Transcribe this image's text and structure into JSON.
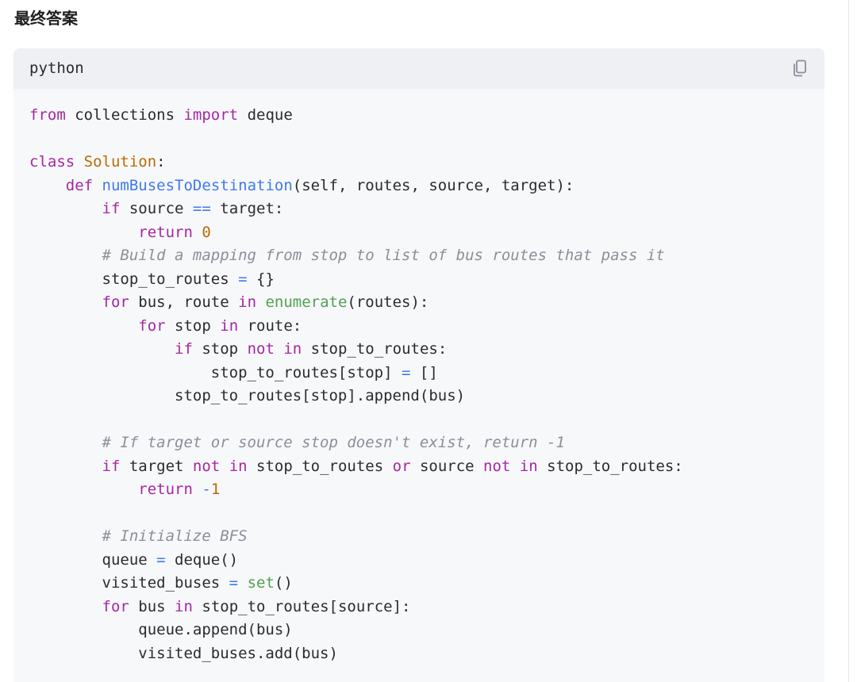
{
  "heading": "最终答案",
  "code_block": {
    "language": "python",
    "copy_icon": "copy-icon",
    "colors": {
      "keyword": "#a626a4",
      "function": "#4078f2",
      "class_name": "#b76b01",
      "number": "#b76b01",
      "builtin": "#50a14f",
      "operator": "#4078f2",
      "comment": "#8a8f98",
      "plain": "#2b2b2b"
    },
    "lines": [
      [
        [
          "kw",
          "from"
        ],
        [
          "plain",
          " collections "
        ],
        [
          "kw",
          "import"
        ],
        [
          "plain",
          " deque"
        ]
      ],
      [],
      [
        [
          "kw",
          "class"
        ],
        [
          "plain",
          " "
        ],
        [
          "cls",
          "Solution"
        ],
        [
          "plain",
          ":"
        ]
      ],
      [
        [
          "plain",
          "    "
        ],
        [
          "kw",
          "def"
        ],
        [
          "plain",
          " "
        ],
        [
          "fn",
          "numBusesToDestination"
        ],
        [
          "plain",
          "(self, routes, source, target):"
        ]
      ],
      [
        [
          "plain",
          "        "
        ],
        [
          "kw",
          "if"
        ],
        [
          "plain",
          " source "
        ],
        [
          "op",
          "=="
        ],
        [
          "plain",
          " target:"
        ]
      ],
      [
        [
          "plain",
          "            "
        ],
        [
          "kw",
          "return"
        ],
        [
          "plain",
          " "
        ],
        [
          "num",
          "0"
        ]
      ],
      [
        [
          "plain",
          "        "
        ],
        [
          "cmt",
          "# Build a mapping from stop to list of bus routes that pass it"
        ]
      ],
      [
        [
          "plain",
          "        stop_to_routes "
        ],
        [
          "op",
          "="
        ],
        [
          "plain",
          " {}"
        ]
      ],
      [
        [
          "plain",
          "        "
        ],
        [
          "kw",
          "for"
        ],
        [
          "plain",
          " bus, route "
        ],
        [
          "kw",
          "in"
        ],
        [
          "plain",
          " "
        ],
        [
          "builtin",
          "enumerate"
        ],
        [
          "plain",
          "(routes):"
        ]
      ],
      [
        [
          "plain",
          "            "
        ],
        [
          "kw",
          "for"
        ],
        [
          "plain",
          " stop "
        ],
        [
          "kw",
          "in"
        ],
        [
          "plain",
          " route:"
        ]
      ],
      [
        [
          "plain",
          "                "
        ],
        [
          "kw",
          "if"
        ],
        [
          "plain",
          " stop "
        ],
        [
          "kw",
          "not"
        ],
        [
          "plain",
          " "
        ],
        [
          "kw",
          "in"
        ],
        [
          "plain",
          " stop_to_routes:"
        ]
      ],
      [
        [
          "plain",
          "                    stop_to_routes[stop] "
        ],
        [
          "op",
          "="
        ],
        [
          "plain",
          " []"
        ]
      ],
      [
        [
          "plain",
          "                stop_to_routes[stop].append(bus)"
        ]
      ],
      [],
      [
        [
          "plain",
          "        "
        ],
        [
          "cmt",
          "# If target or source stop doesn't exist, return -1"
        ]
      ],
      [
        [
          "plain",
          "        "
        ],
        [
          "kw",
          "if"
        ],
        [
          "plain",
          " target "
        ],
        [
          "kw",
          "not"
        ],
        [
          "plain",
          " "
        ],
        [
          "kw",
          "in"
        ],
        [
          "plain",
          " stop_to_routes "
        ],
        [
          "kw",
          "or"
        ],
        [
          "plain",
          " source "
        ],
        [
          "kw",
          "not"
        ],
        [
          "plain",
          " "
        ],
        [
          "kw",
          "in"
        ],
        [
          "plain",
          " stop_to_routes:"
        ]
      ],
      [
        [
          "plain",
          "            "
        ],
        [
          "kw",
          "return"
        ],
        [
          "plain",
          " "
        ],
        [
          "op",
          "-"
        ],
        [
          "num",
          "1"
        ]
      ],
      [],
      [
        [
          "plain",
          "        "
        ],
        [
          "cmt",
          "# Initialize BFS"
        ]
      ],
      [
        [
          "plain",
          "        queue "
        ],
        [
          "op",
          "="
        ],
        [
          "plain",
          " deque()"
        ]
      ],
      [
        [
          "plain",
          "        visited_buses "
        ],
        [
          "op",
          "="
        ],
        [
          "plain",
          " "
        ],
        [
          "builtin",
          "set"
        ],
        [
          "plain",
          "()"
        ]
      ],
      [
        [
          "plain",
          "        "
        ],
        [
          "kw",
          "for"
        ],
        [
          "plain",
          " bus "
        ],
        [
          "kw",
          "in"
        ],
        [
          "plain",
          " stop_to_routes[source]:"
        ]
      ],
      [
        [
          "plain",
          "            queue.append(bus)"
        ]
      ],
      [
        [
          "plain",
          "            visited_buses.add(bus)"
        ]
      ]
    ]
  }
}
